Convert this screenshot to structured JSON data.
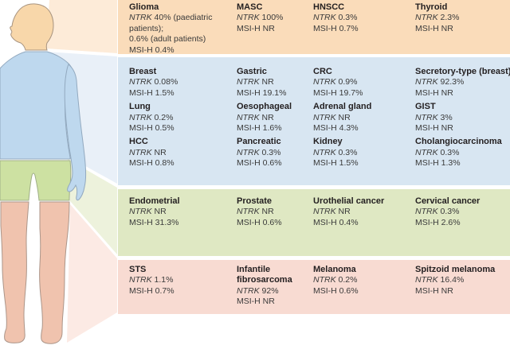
{
  "figure_title": "NTRK fusion and MSI-H frequencies by tumour type mapped to body regions",
  "palette": {
    "band_head": "#fadcba",
    "band_torso": "#d8e6f2",
    "band_pelvis": "#dfe8c3",
    "band_legs": "#f8dbd2",
    "wedge_head": "#fdebd8",
    "wedge_torso": "#e9f0f8",
    "wedge_pelvis": "#edf2dc",
    "wedge_legs": "#fceae4",
    "skin_fill": "#f8d7aa",
    "skin_stroke": "#a7937f",
    "torso_fill": "#bed8ee",
    "torso_stroke": "#92a9bf",
    "shorts_fill": "#cde1a2",
    "shorts_stroke": "#9fae86",
    "legs_fill": "#f0c3ae",
    "legs_stroke": "#ab9589"
  },
  "bands": [
    {
      "id": "head",
      "color": "#fadcba",
      "columns": [
        [
          {
            "name": "Glioma",
            "lines": [
              "NTRK 40% (paediatric",
              "patients);",
              "0.6% (adult patients)",
              "MSI-H 0.4%"
            ]
          }
        ],
        [
          {
            "name": "MASC",
            "lines": [
              "NTRK 100%",
              "MSI-H NR"
            ]
          }
        ],
        [
          {
            "name": "HNSCC",
            "lines": [
              "NTRK 0.3%",
              "MSI-H 0.7%"
            ]
          }
        ],
        [
          {
            "name": "Thyroid",
            "lines": [
              "NTRK 2.3%",
              "MSI-H NR"
            ]
          }
        ]
      ]
    },
    {
      "id": "torso",
      "color": "#d8e6f2",
      "columns": [
        [
          {
            "name": "Breast",
            "lines": [
              "NTRK 0.08%",
              "MSI-H 1.5%"
            ]
          },
          {
            "name": "Lung",
            "lines": [
              "NTRK 0.2%",
              "MSI-H 0.5%"
            ]
          },
          {
            "name": "HCC",
            "lines": [
              "NTRK NR",
              "MSI-H 0.8%"
            ]
          }
        ],
        [
          {
            "name": "Gastric",
            "lines": [
              "NTRK NR",
              "MSI-H 19.1%"
            ]
          },
          {
            "name": "Oesophageal",
            "lines": [
              "NTRK NR",
              "MSI-H 1.6%"
            ]
          },
          {
            "name": "Pancreatic",
            "lines": [
              "NTRK 0.3%",
              "MSI-H 0.6%"
            ]
          }
        ],
        [
          {
            "name": "CRC",
            "lines": [
              "NTRK 0.9%",
              "MSI-H 19.7%"
            ]
          },
          {
            "name": "Adrenal gland",
            "lines": [
              "NTRK NR",
              "MSI-H 4.3%"
            ]
          },
          {
            "name": "Kidney",
            "lines": [
              "NTRK 0.3%",
              "MSI-H 1.5%"
            ]
          }
        ],
        [
          {
            "name": "Secretory-type (breast)",
            "nowrap": true,
            "lines": [
              "NTRK 92.3%",
              "MSI-H NR"
            ]
          },
          {
            "name": "GIST",
            "lines": [
              "NTRK 3%",
              "MSI-H NR"
            ]
          },
          {
            "name": "Cholangiocarcinoma",
            "nowrap": true,
            "lines": [
              "NTRK 0.3%",
              "MSI-H 1.3%"
            ]
          }
        ]
      ]
    },
    {
      "id": "pelvis",
      "color": "#dfe8c3",
      "columns": [
        [
          {
            "name": "Endometrial",
            "lines": [
              "NTRK NR",
              "MSI-H 31.3%"
            ]
          }
        ],
        [
          {
            "name": "Prostate",
            "lines": [
              "NTRK NR",
              "MSI-H 0.6%"
            ]
          }
        ],
        [
          {
            "name": "Urothelial cancer",
            "lines": [
              "NTRK NR",
              "MSI-H 0.4%"
            ]
          }
        ],
        [
          {
            "name": "Cervical cancer",
            "lines": [
              "NTRK 0.3%",
              "MSI-H 2.6%"
            ]
          }
        ]
      ]
    },
    {
      "id": "legs",
      "color": "#f8dbd2",
      "columns": [
        [
          {
            "name": "STS",
            "lines": [
              "NTRK 1.1%",
              "MSI-H 0.7%"
            ]
          }
        ],
        [
          {
            "name": "Infantile fibrosarcoma",
            "lines": [
              "NTRK 92%",
              "MSI-H NR"
            ]
          }
        ],
        [
          {
            "name": "Melanoma",
            "lines": [
              "NTRK 0.2%",
              "MSI-H 0.6%"
            ]
          }
        ],
        [
          {
            "name": "Spitzoid melanoma",
            "nowrap": true,
            "lines": [
              "NTRK 16.4%",
              "MSI-H NR"
            ]
          }
        ]
      ]
    }
  ]
}
